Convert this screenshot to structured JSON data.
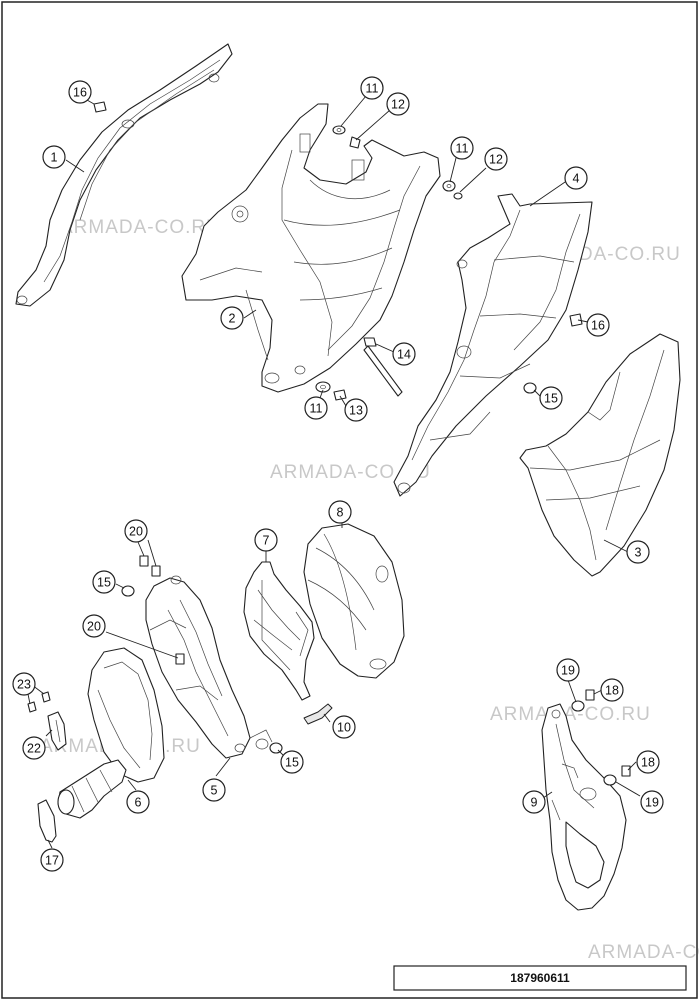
{
  "watermark_text": "ARMADA-CO.RU",
  "drawing_number": "187960611",
  "callouts": [
    {
      "label": "16"
    },
    {
      "label": "1"
    },
    {
      "label": "11"
    },
    {
      "label": "12"
    },
    {
      "label": "11"
    },
    {
      "label": "12"
    },
    {
      "label": "4"
    },
    {
      "label": "2"
    },
    {
      "label": "16"
    },
    {
      "label": "14"
    },
    {
      "label": "11"
    },
    {
      "label": "13"
    },
    {
      "label": "15"
    },
    {
      "label": "3"
    },
    {
      "label": "8"
    },
    {
      "label": "7"
    },
    {
      "label": "20"
    },
    {
      "label": "15"
    },
    {
      "label": "20"
    },
    {
      "label": "23"
    },
    {
      "label": "22"
    },
    {
      "label": "6"
    },
    {
      "label": "5"
    },
    {
      "label": "15"
    },
    {
      "label": "10"
    },
    {
      "label": "19"
    },
    {
      "label": "18"
    },
    {
      "label": "18"
    },
    {
      "label": "9"
    },
    {
      "label": "19"
    },
    {
      "label": "17"
    }
  ]
}
